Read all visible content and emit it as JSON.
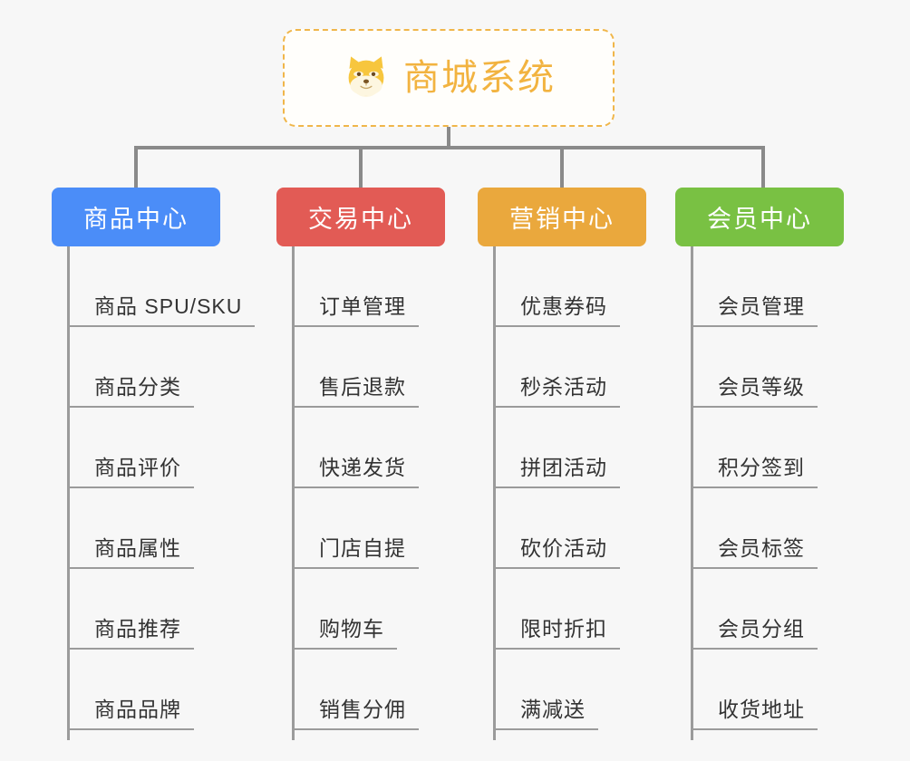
{
  "diagram": {
    "background_color": "#f7f7f7",
    "root": {
      "title": "商城系统",
      "icon": "shiba-dog-face-icon",
      "border_color": "#f0b64a",
      "text_color": "#f2b340",
      "background_color": "#fffefb"
    },
    "connector_color": "#8a8a8a",
    "leaf_line_color": "#9b9b9b",
    "leaf_text_color": "#333333",
    "columns": [
      {
        "id": "product-center",
        "label": "商品中心",
        "color": "#4b8df8",
        "items": [
          "商品 SPU/SKU",
          "商品分类",
          "商品评价",
          "商品属性",
          "商品推荐",
          "商品品牌"
        ]
      },
      {
        "id": "trade-center",
        "label": "交易中心",
        "color": "#e25b55",
        "items": [
          "订单管理",
          "售后退款",
          "快递发货",
          "门店自提",
          "购物车",
          "销售分佣"
        ]
      },
      {
        "id": "marketing-center",
        "label": "营销中心",
        "color": "#eaa83d",
        "items": [
          "优惠券码",
          "秒杀活动",
          "拼团活动",
          "砍价活动",
          "限时折扣",
          "满减送"
        ]
      },
      {
        "id": "member-center",
        "label": "会员中心",
        "color": "#79c143",
        "items": [
          "会员管理",
          "会员等级",
          "积分签到",
          "会员标签",
          "会员分组",
          "收货地址"
        ]
      }
    ]
  }
}
